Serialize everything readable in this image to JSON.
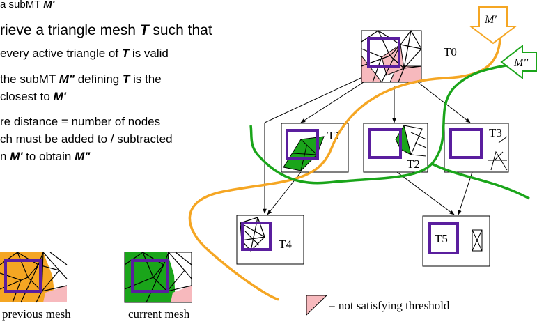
{
  "text": {
    "line0": "a subMT ",
    "line0_var": "M'",
    "line1": "rieve a triangle mesh ",
    "line1_var": "T",
    "line1_end": " such that",
    "line2": "every active triangle of ",
    "line2_var": "T",
    "line2_end": " is valid",
    "line3": "the subMT ",
    "line3_var": "M\"",
    "line3_mid": " defining ",
    "line3_var2": "T",
    "line3_end": " is the",
    "line4": "closest to ",
    "line4_var": "M'",
    "line5": "re distance = number of nodes",
    "line6": "ch must be added to / subtracted",
    "line7": "n ",
    "line7_var": "M'",
    "line7_mid": " to obtain ",
    "line7_var2": "M\""
  },
  "nodes": {
    "t0": "T0",
    "t1": "T1",
    "t2": "T2",
    "t3": "T3",
    "t4": "T4",
    "t5": "T5"
  },
  "arrows": {
    "m_prime": "M'",
    "m_double": "M''"
  },
  "legend": {
    "threshold": "= not satisfying threshold",
    "previous_mesh": "previous mesh",
    "current_mesh": "current mesh"
  },
  "colors": {
    "orange": "#f5a623",
    "green": "#1aa51a",
    "purple": "#5a1e9e",
    "pink": "#f7b9bd"
  }
}
